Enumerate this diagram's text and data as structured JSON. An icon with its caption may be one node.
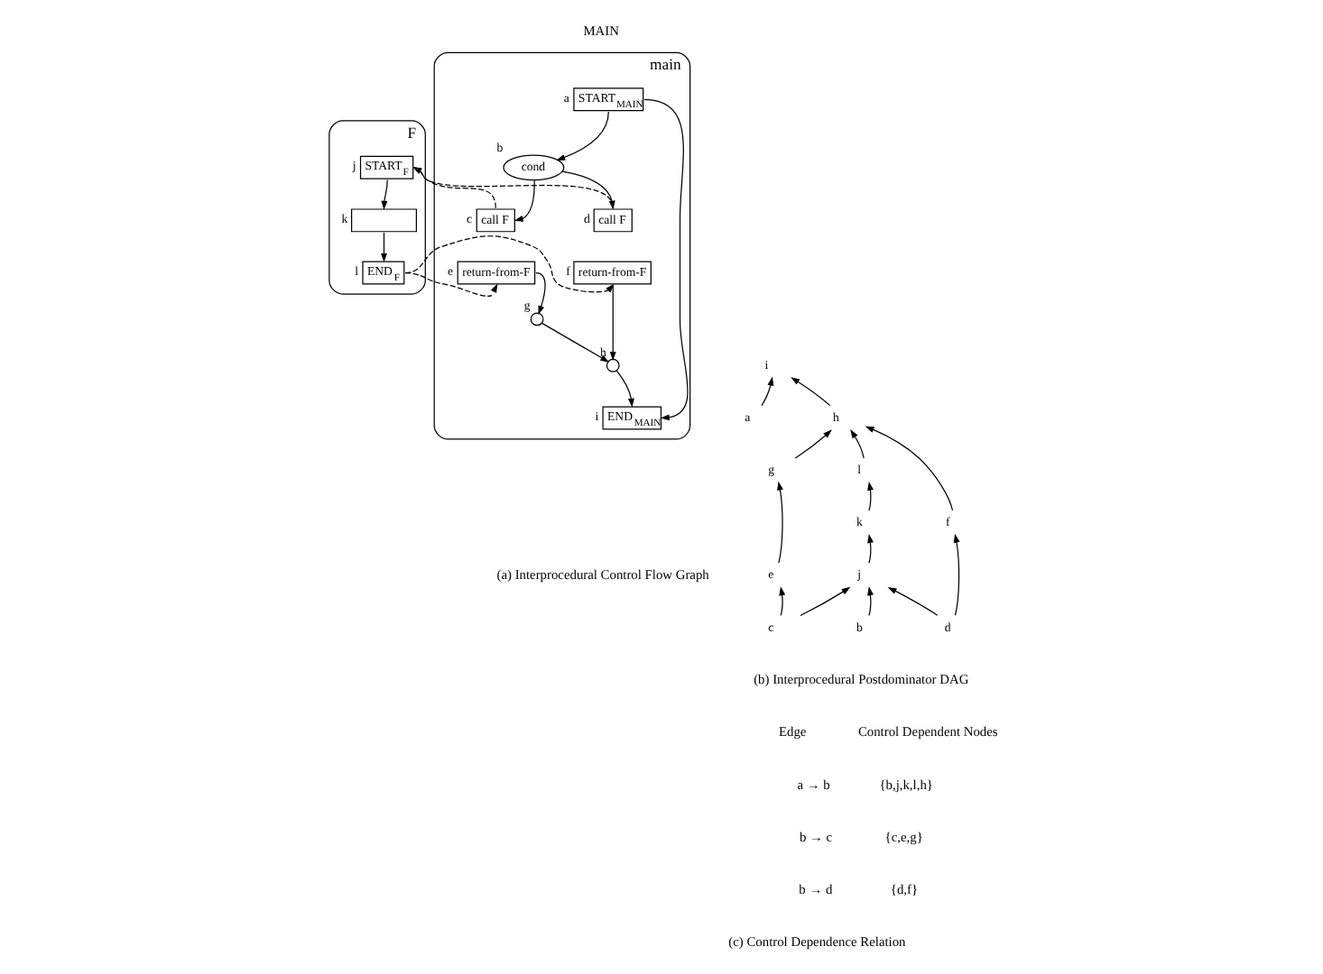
{
  "diagram": {
    "nodes": [
      {
        "text": [
          "main"
        ]
      },
      {
        "text": [
          "START$_{MAIN}$"
        ],
        "in": 0,
        "beside": [
          "a"
        ]
      },
      {
        "text": [
          "cond"
        ],
        "in": 0,
        "beside": [
          "b"
        ]
      },
      {
        "text": [
          "call F"
        ],
        "in": 0,
        "beside": [
          "c"
        ]
      },
      {
        "text": [
          "call F"
        ],
        "in": 0,
        "beside": [
          "d"
        ]
      },
      {
        "text": [
          "return-from-F"
        ],
        "in": 0,
        "beside": [
          "e"
        ]
      },
      {
        "text": [
          "return-from-F"
        ],
        "in": 0,
        "beside": [
          "f"
        ]
      },
      {
        "text": [],
        "shape": "circle",
        "in": 0,
        "beside": [
          "g"
        ]
      },
      {
        "text": [],
        "shape": "circle",
        "in": 0,
        "beside": [
          "h"
        ]
      },
      {
        "text": [
          "END$_{MAIN}$"
        ],
        "in": 0,
        "beside": [
          "i"
        ]
      },
      {
        "text": [
          "F"
        ]
      },
      {
        "text": [
          "START$_{F}$"
        ],
        "in": 10,
        "beside": [
          "j"
        ]
      },
      {
        "text": [],
        "shape": "box",
        "in": 10,
        "beside": [
          "k"
        ]
      },
      {
        "text": [
          "END$_{F}$"
        ],
        "in": 10,
        "beside": [
          "l"
        ]
      },
      {
        "text": [
          "i"
        ]
      },
      {
        "text": [
          "a"
        ]
      },
      {
        "text": [
          "h"
        ]
      },
      {
        "text": [
          "g"
        ]
      },
      {
        "text": [
          "l"
        ]
      },
      {
        "text": [
          "f"
        ]
      },
      {
        "text": [
          "e"
        ]
      },
      {
        "text": [
          "k"
        ]
      },
      {
        "text": [
          "j"
        ]
      },
      {
        "text": [
          "c"
        ]
      },
      {
        "text": [
          "d"
        ]
      },
      {
        "text": [
          "b"
        ]
      }
    ],
    "edges": [
      {
        "from": 1,
        "to": 2,
        "arrow": "to"
      },
      {
        "from": 1,
        "to": 9,
        "arrow": "to"
      },
      {
        "from": 2,
        "to": 3,
        "arrow": "to"
      },
      {
        "from": 2,
        "to": 4,
        "arrow": "to"
      },
      {
        "from": 3,
        "to": 11,
        "arrow": "to",
        "style": "dashed"
      },
      {
        "from": 4,
        "to": 11,
        "arrow": "to",
        "style": "dashed"
      },
      {
        "from": 5,
        "to": 7,
        "arrow": "to"
      },
      {
        "from": 7,
        "to": 8,
        "arrow": "to"
      },
      {
        "from": 6,
        "to": 8,
        "arrow": "to"
      },
      {
        "from": 8,
        "to": 9,
        "arrow": "to"
      },
      {
        "from": 11,
        "to": 12,
        "arrow": "to"
      },
      {
        "from": 12,
        "to": 13,
        "arrow": "to"
      },
      {
        "from": 13,
        "to": 5,
        "arrow": "to",
        "style": "dashed"
      },
      {
        "from": 13,
        "to": 6,
        "arrow": "to",
        "style": "dashed"
      },
      {
        "from": 15,
        "to": 14,
        "arrow": "to"
      },
      {
        "from": 16,
        "to": 14,
        "arrow": "to"
      },
      {
        "from": 17,
        "to": 16,
        "arrow": "to"
      },
      {
        "from": 18,
        "to": 16,
        "arrow": "to"
      },
      {
        "from": 19,
        "to": 16,
        "arrow": "to"
      },
      {
        "from": 20,
        "to": 17,
        "arrow": "to"
      },
      {
        "from": 21,
        "to": 18,
        "arrow": "to"
      },
      {
        "from": 22,
        "to": 21,
        "arrow": "to"
      },
      {
        "from": 23,
        "to": 20,
        "arrow": "to"
      },
      {
        "from": 23,
        "to": 22,
        "arrow": "to"
      },
      {
        "from": 24,
        "to": 22,
        "arrow": "to"
      },
      {
        "from": 24,
        "to": 19,
        "arrow": "to"
      },
      {
        "from": 25,
        "to": 22,
        "arrow": "to"
      }
    ],
    "labels": [
      "MAIN",
      "(a) Interprocedural Control Flow Graph",
      "(b) Interprocedural Postdominator DAG",
      "Edge",
      "Control Dependent Nodes",
      "a → b",
      "{b,j,k,l,h}",
      "b → c",
      "{c,e,g}",
      "b → d",
      "{d,f}",
      "(c) Control Dependence Relation"
    ]
  }
}
